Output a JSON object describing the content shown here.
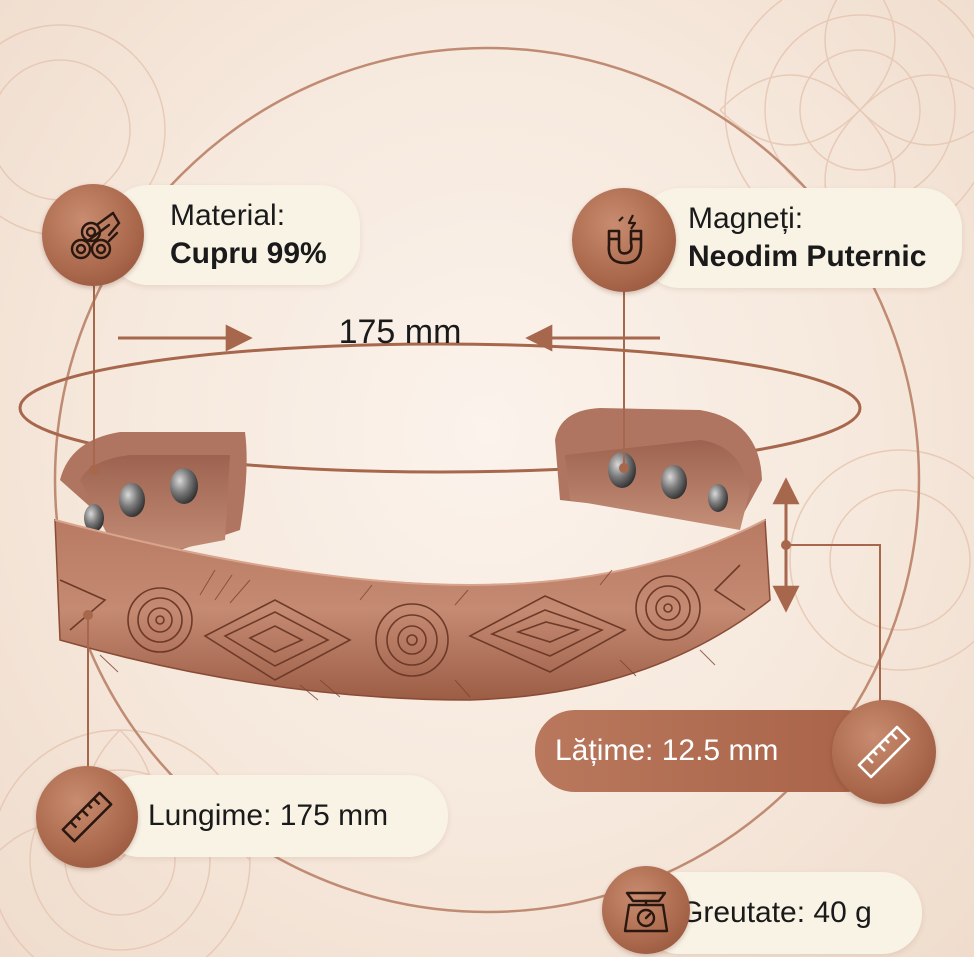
{
  "callouts": {
    "material_label": "Material:",
    "material_value": "Cupru 99%",
    "magnets_label": "Magneți:",
    "magnets_value": "Neodim Puternic",
    "circumference": "175 mm",
    "width_text": "Lățime: 12.5 mm",
    "length_text": "Lungime: 175 mm",
    "weight_text": "Greutate: 40 g"
  },
  "icons": {
    "material": "copper-pipes-icon",
    "magnets": "horseshoe-magnet-icon",
    "width": "ruler-icon",
    "length": "ruler-icon",
    "weight": "kitchen-scale-icon"
  },
  "colors": {
    "copper": "#a9674b",
    "copper_dark": "#7a3f2b",
    "line": "#a6674d",
    "pill_light": "#f9f3e6",
    "background": "#f6e8dc"
  }
}
